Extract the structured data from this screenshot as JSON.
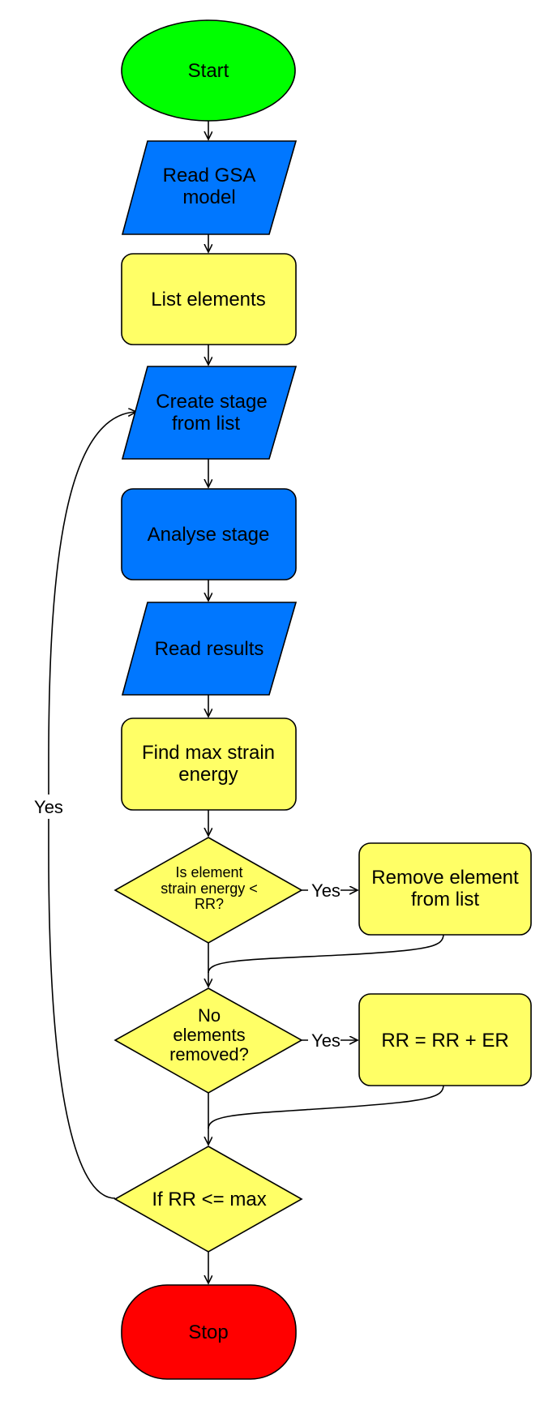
{
  "colors": {
    "start": "#00ff00",
    "io": "#0077ff",
    "process": "#ffff66",
    "stop": "#ff0000"
  },
  "nodes": {
    "start": {
      "label": "Start"
    },
    "read_model": {
      "line1": "Read GSA",
      "line2": "model"
    },
    "list_elements": {
      "label": "List elements"
    },
    "create_stage": {
      "line1": "Create stage",
      "line2": "from list"
    },
    "analyse_stage": {
      "label": "Analyse stage"
    },
    "read_results": {
      "label": "Read results"
    },
    "find_max": {
      "line1": "Find max strain",
      "line2": "energy"
    },
    "decision_strain": {
      "line1": "Is element",
      "line2": "strain energy <",
      "line3": "RR?"
    },
    "remove_element": {
      "line1": "Remove element",
      "line2": "from list"
    },
    "decision_removed": {
      "line1": "No",
      "line2": "elements",
      "line3": "removed?"
    },
    "update_rr": {
      "label": "RR = RR + ER"
    },
    "decision_max": {
      "label": "If RR <= max"
    },
    "stop": {
      "label": "Stop"
    }
  },
  "edges": {
    "yes_remove": "Yes",
    "yes_update": "Yes",
    "yes_loop": "Yes"
  }
}
